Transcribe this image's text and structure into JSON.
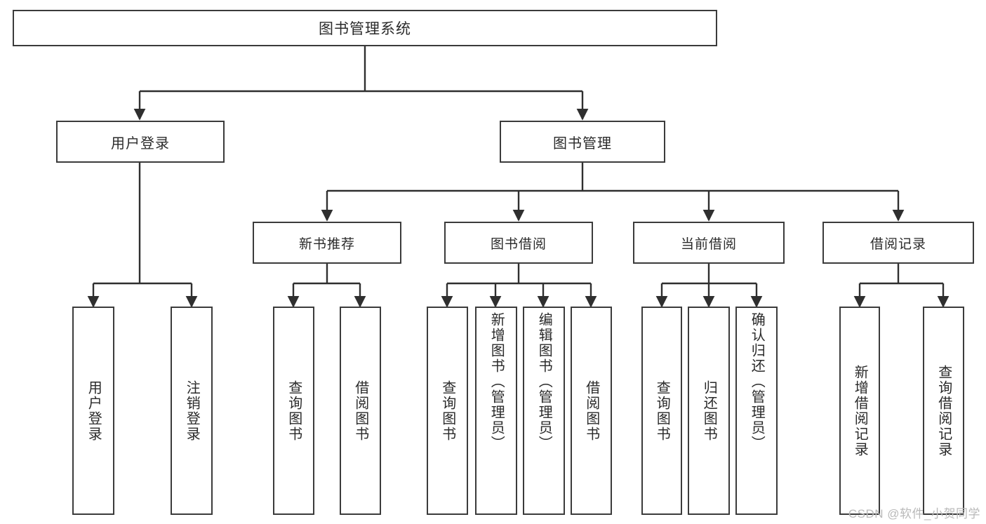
{
  "diagram": {
    "title": "图书管理系统",
    "type": "tree",
    "watermark": "CSDN @软件_小贺同学",
    "colors": {
      "box_border": "#3b3b3b",
      "box_fill": "#ffffff",
      "edge": "#2f2f2f",
      "text": "#2a2a2a",
      "watermark": "#b9b9b9",
      "background": "#ffffff"
    },
    "root": {
      "id": "root",
      "label": "图书管理系统"
    },
    "level2": [
      {
        "id": "l2-0",
        "label": "用户登录"
      },
      {
        "id": "l2-1",
        "label": "图书管理"
      }
    ],
    "level3": [
      {
        "id": "l3-0",
        "label": "新书推荐",
        "parent": "l2-1"
      },
      {
        "id": "l3-1",
        "label": "图书借阅",
        "parent": "l2-1"
      },
      {
        "id": "l3-2",
        "label": "当前借阅",
        "parent": "l2-1"
      },
      {
        "id": "l3-3",
        "label": "借阅记录",
        "parent": "l2-1"
      }
    ],
    "leaves": [
      {
        "id": "leaf-0",
        "label": "用户登录",
        "parent": "l2-0"
      },
      {
        "id": "leaf-1",
        "label": "注销登录",
        "parent": "l2-0"
      },
      {
        "id": "leaf-2",
        "label": "查询图书",
        "parent": "l3-0"
      },
      {
        "id": "leaf-3",
        "label": "借阅图书",
        "parent": "l3-0"
      },
      {
        "id": "leaf-4",
        "label": "查询图书",
        "parent": "l3-1"
      },
      {
        "id": "leaf-5",
        "label": "新增图书（管理员）",
        "parent": "l3-1"
      },
      {
        "id": "leaf-6",
        "label": "编辑图书（管理员）",
        "parent": "l3-1"
      },
      {
        "id": "leaf-7",
        "label": "借阅图书",
        "parent": "l3-1"
      },
      {
        "id": "leaf-8",
        "label": "查询图书",
        "parent": "l3-2"
      },
      {
        "id": "leaf-9",
        "label": "归还图书",
        "parent": "l3-2"
      },
      {
        "id": "leaf-10",
        "label": "确认归还（管理员）",
        "parent": "l3-2"
      },
      {
        "id": "leaf-11",
        "label": "新增借阅记录",
        "parent": "l3-3"
      },
      {
        "id": "leaf-12",
        "label": "查询借阅记录",
        "parent": "l3-3"
      }
    ]
  }
}
